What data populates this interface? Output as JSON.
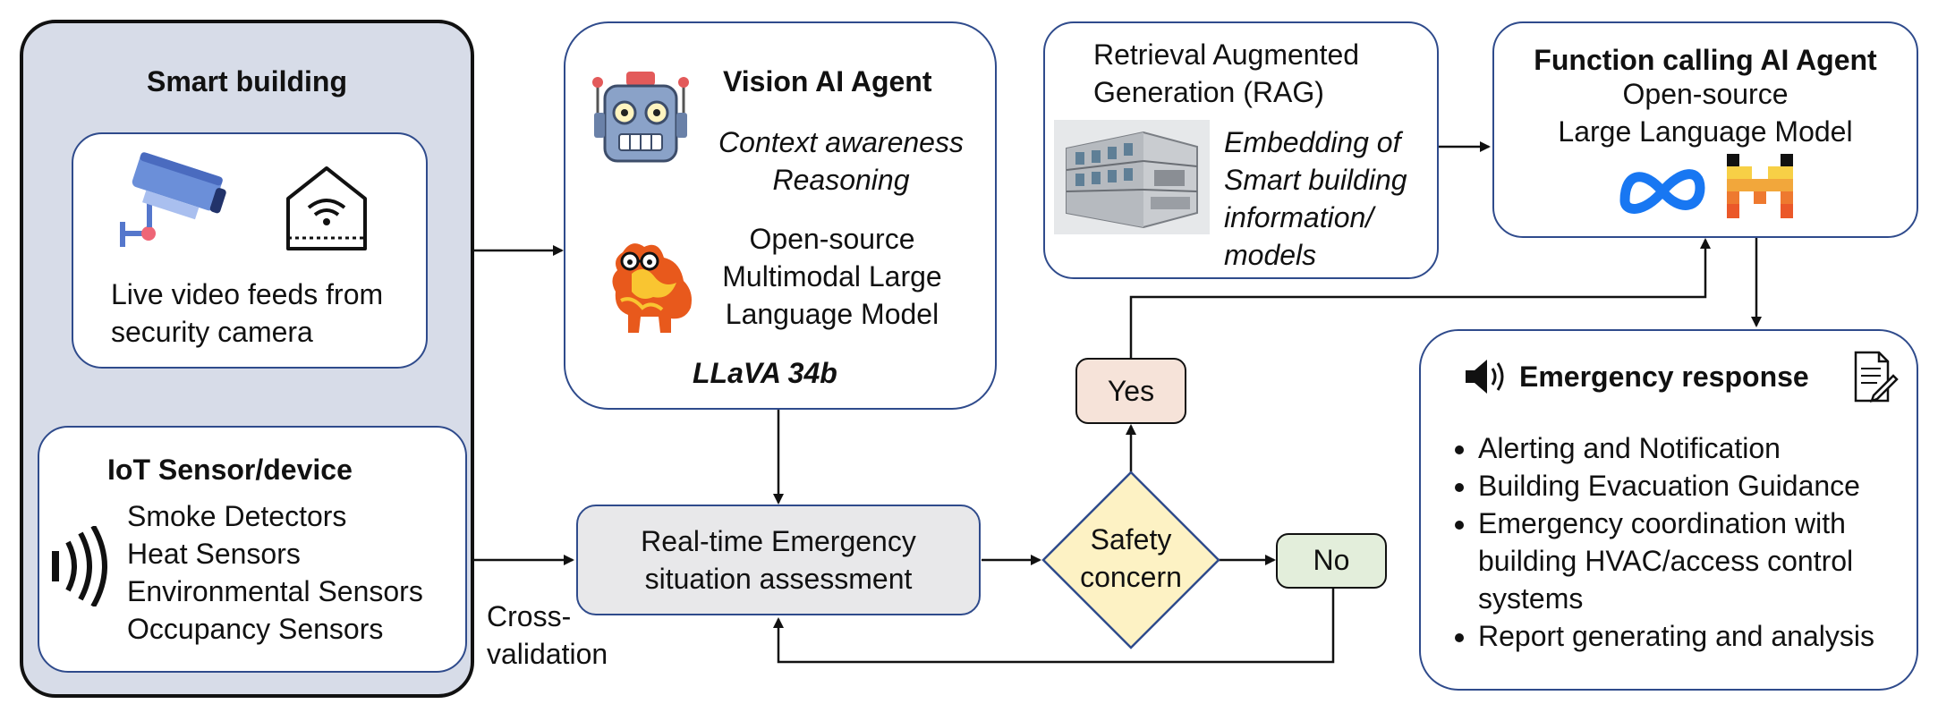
{
  "smart_building": {
    "title": "Smart building",
    "camera_caption_1": "Live video feeds from",
    "camera_caption_2": "security camera"
  },
  "iot": {
    "title": "IoT Sensor/device",
    "items": [
      "Smoke Detectors",
      "Heat Sensors",
      "Environmental Sensors",
      "Occupancy Sensors"
    ]
  },
  "vision_agent": {
    "title": "Vision AI Agent",
    "line1": "Context awareness",
    "line2": "Reasoning",
    "model_line1": "Open-source",
    "model_line2": "Multimodal Large",
    "model_line3": "Language Model",
    "model_name": "LLaVA 34b"
  },
  "rag": {
    "line1": "Retrieval Augmented",
    "line2": "Generation (RAG)",
    "emb1": "Embedding of",
    "emb2": "Smart building",
    "emb3": "information/",
    "emb4": "models"
  },
  "function_agent": {
    "title": "Function calling AI Agent",
    "line1": "Open-source",
    "line2": "Large Language Model"
  },
  "assessment": {
    "line1": "Real-time Emergency",
    "line2": "situation assessment"
  },
  "decision": {
    "line1": "Safety",
    "line2": "concern",
    "yes": "Yes",
    "no": "No"
  },
  "cross_validation": {
    "line1": "Cross-",
    "line2": "validation"
  },
  "emergency": {
    "title": "Emergency response",
    "items": [
      "Alerting and Notification",
      "Building Evacuation Guidance",
      "Emergency coordination with",
      "Report generating and analysis"
    ],
    "item3_cont1": "building HVAC/access control",
    "item3_cont2": "systems"
  },
  "icons": [
    "security-camera-icon",
    "smart-home-wifi-icon",
    "sensor-signal-icon",
    "robot-icon",
    "llava-mascot-icon",
    "building-model-icon",
    "meta-logo-icon",
    "mistral-logo-icon",
    "speaker-icon",
    "document-icon"
  ],
  "colors": {
    "border": "#2f4b8c",
    "building_panel": "#d7dce8",
    "assessment_fill": "#e8e8ea",
    "yes_fill": "#f6e3d9",
    "no_fill": "#e3eedb",
    "diamond_fill": "#fdf2c4"
  }
}
